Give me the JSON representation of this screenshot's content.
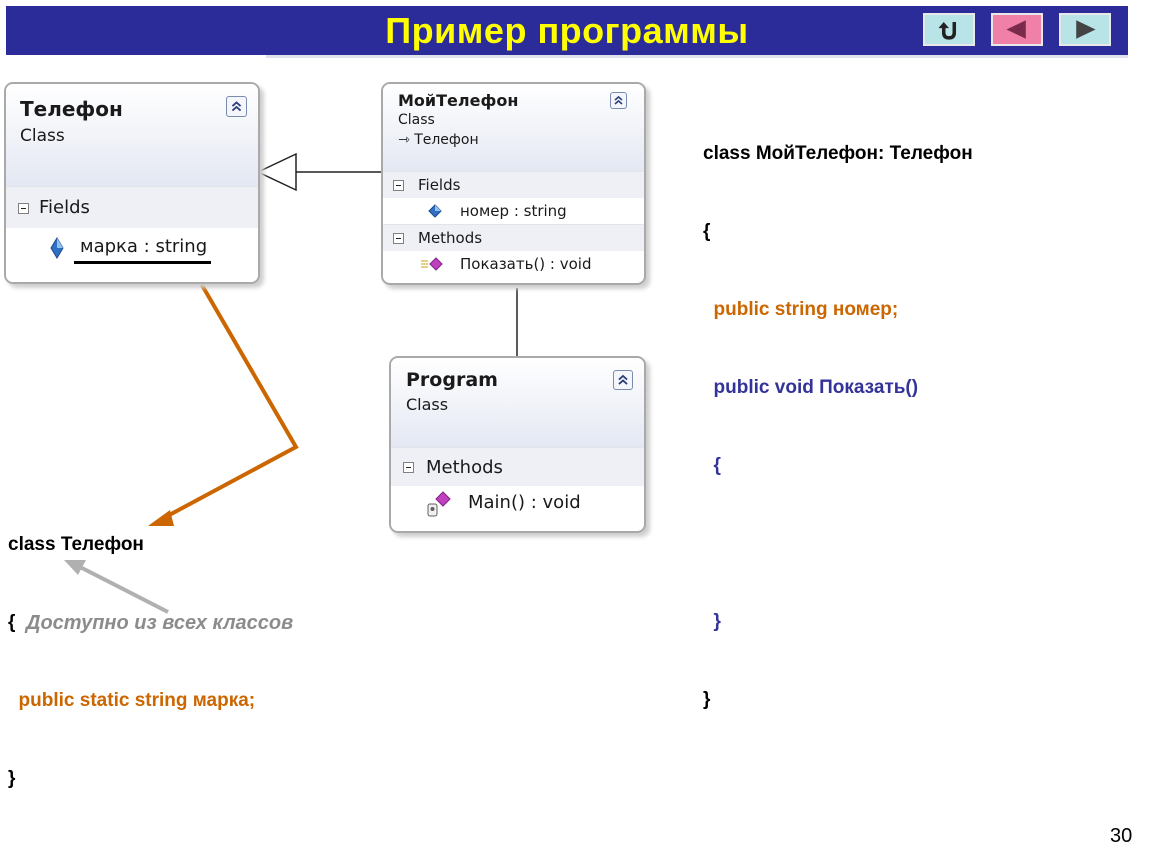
{
  "slide": {
    "title": "Пример программы",
    "page_number": "30",
    "colors": {
      "header_bg": "#2b2b9a",
      "title": "#ffff00",
      "keyword_orange": "#cc6600",
      "code_blue": "#333399",
      "note_gray": "#8c8c8c"
    }
  },
  "nav": {
    "return_icon": "return-arrow-icon",
    "prev_icon": "triangle-left-icon",
    "next_icon": "triangle-right-icon"
  },
  "diagram": {
    "telefon": {
      "name": "Телефон",
      "type": "Class",
      "fields_label": "Fields",
      "field": "марка : string",
      "collapse_icon": "double-chevron-up-icon",
      "field_icon": "field-diamond-icon"
    },
    "moy_telefon": {
      "name": "МойТелефон",
      "type": "Class",
      "base": "Телефон",
      "fields_label": "Fields",
      "field": "номер : string",
      "methods_label": "Methods",
      "method": "Показать() : void",
      "collapse_icon": "double-chevron-up-icon",
      "field_icon": "field-diamond-icon",
      "method_icon": "method-icon"
    },
    "program": {
      "name": "Program",
      "type": "Class",
      "methods_label": "Methods",
      "method": "Main() : void",
      "collapse_icon": "double-chevron-up-icon",
      "method_icon": "static-method-icon"
    }
  },
  "code_right": {
    "lines": [
      "class МойТелефон: Телефон",
      "{",
      "  public string номер;",
      "  public void Показать()",
      "  {",
      "",
      "  }",
      "}"
    ]
  },
  "code_left": {
    "lines": [
      "class Телефон",
      "{",
      "  public static string марка;",
      "}"
    ]
  },
  "note": {
    "text": "Доступно из всех классов"
  }
}
